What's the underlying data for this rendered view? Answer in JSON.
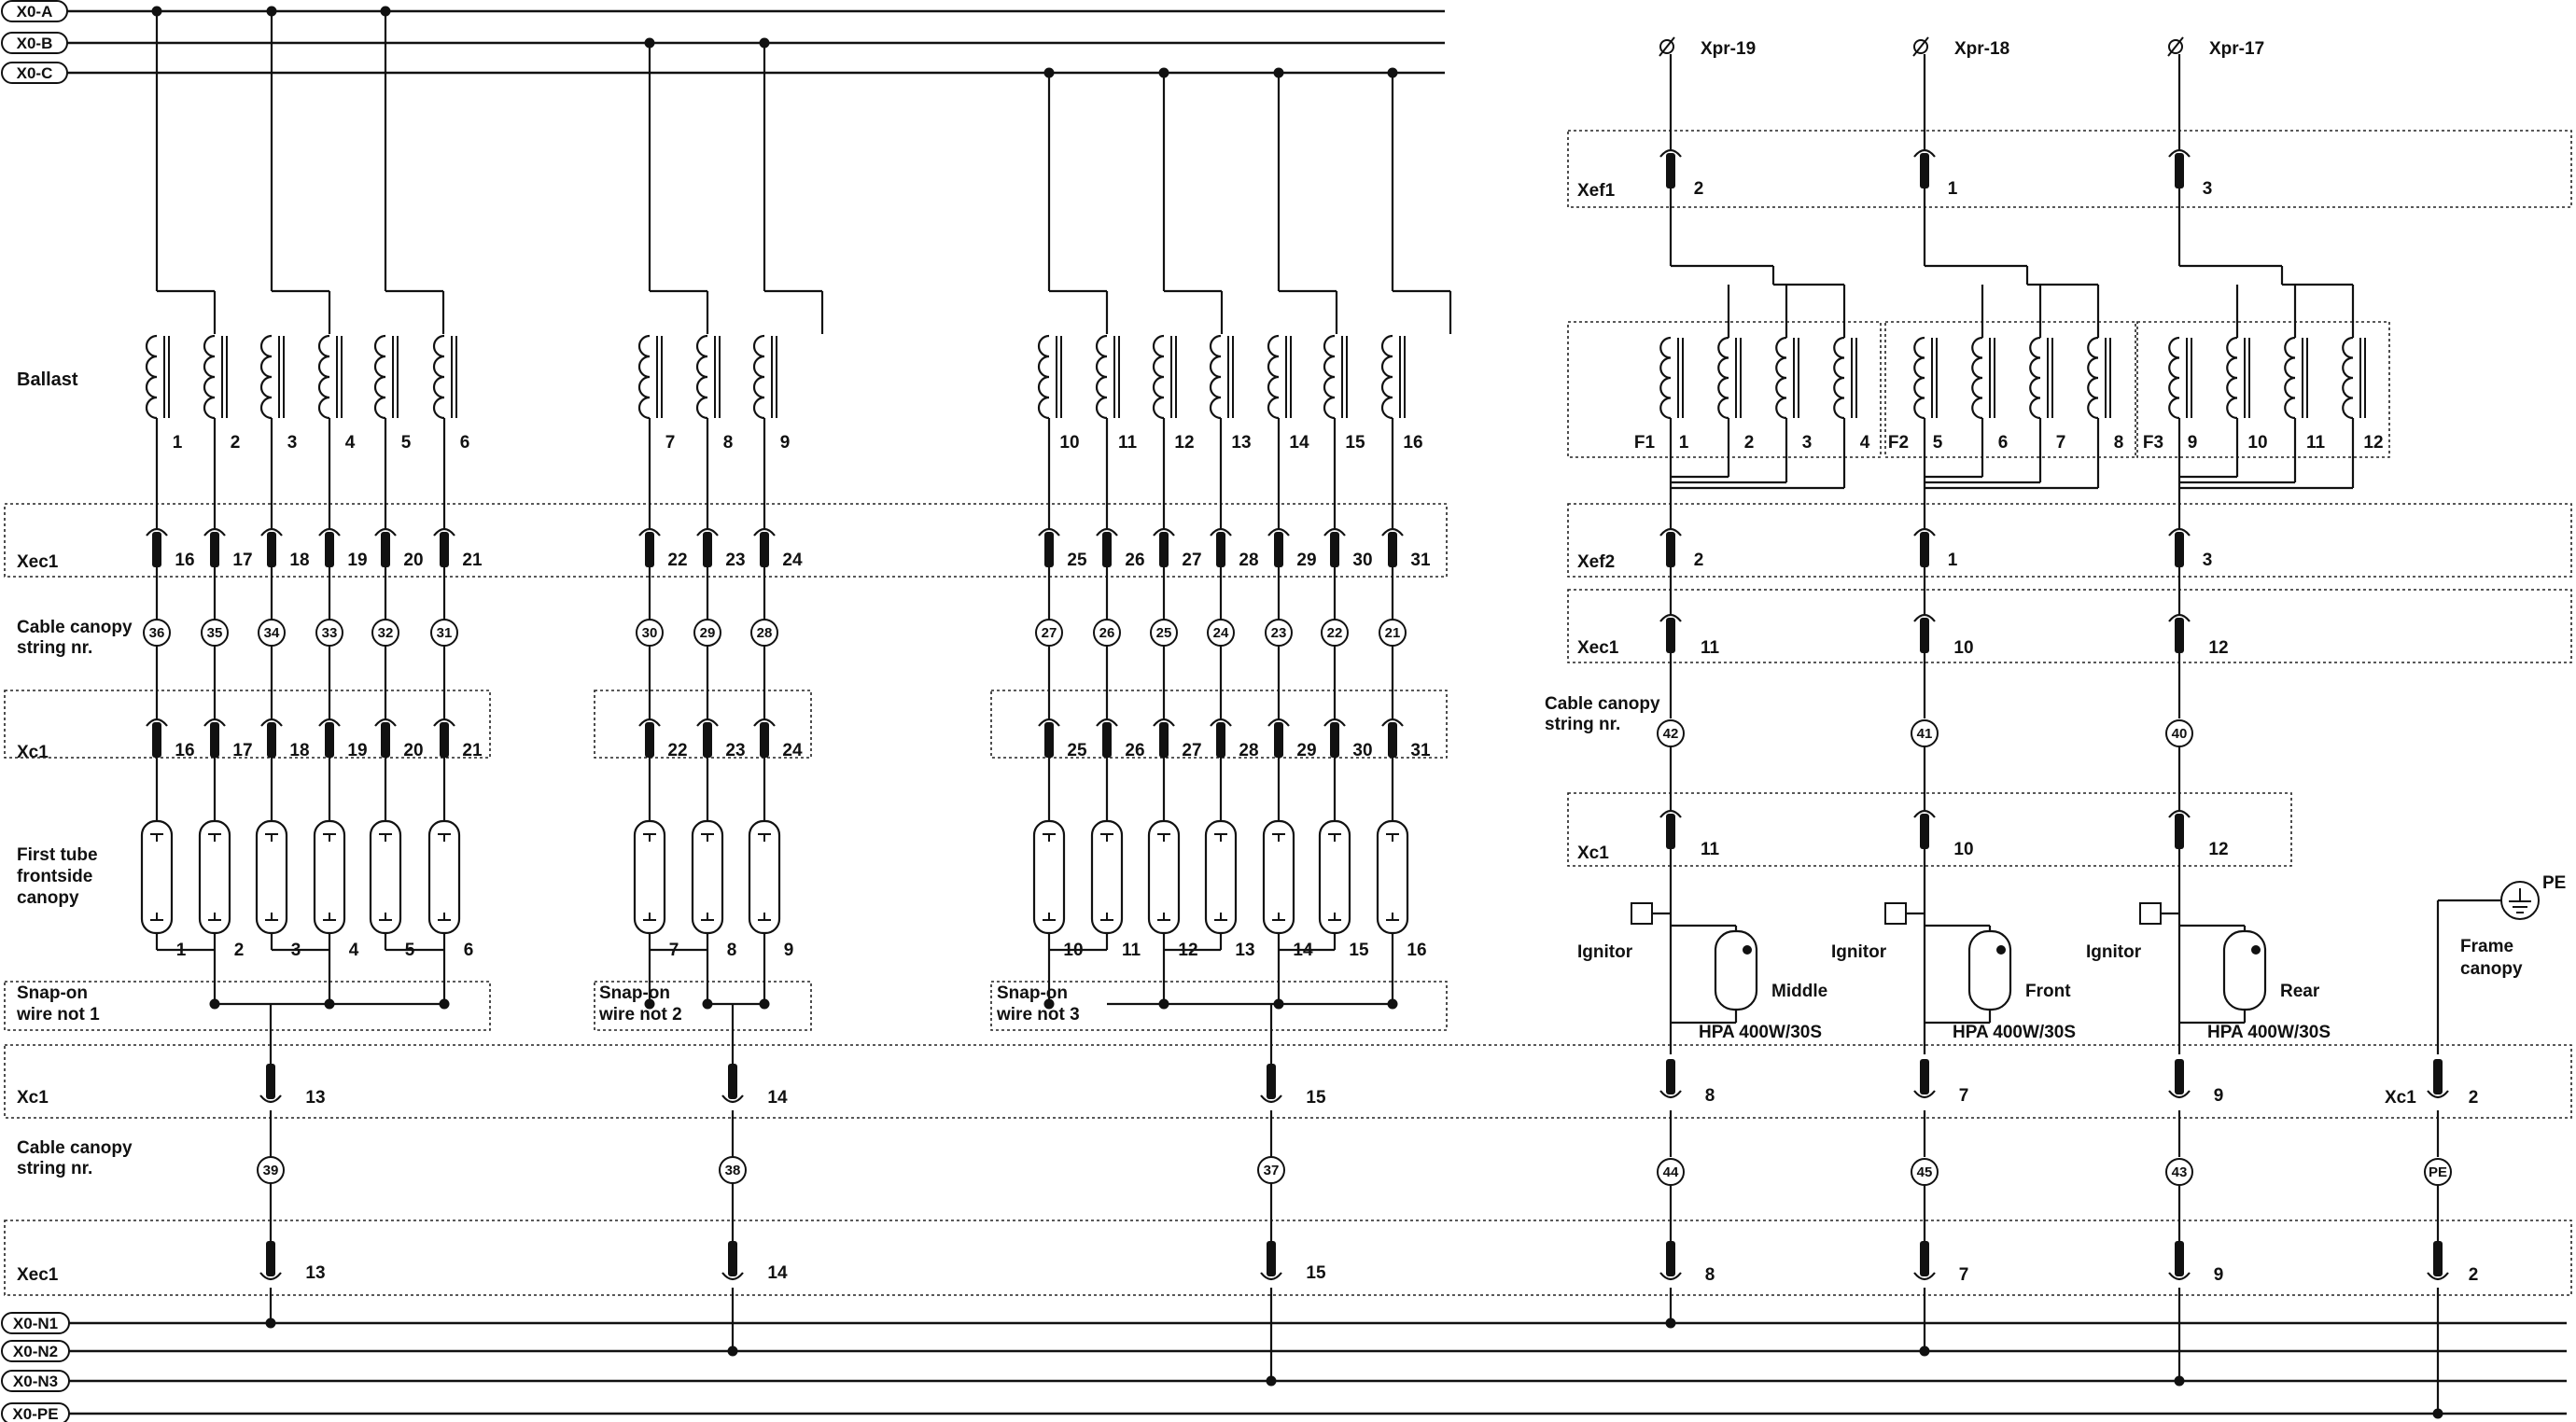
{
  "buses_top": [
    "X0-A",
    "X0-B",
    "X0-C"
  ],
  "buses_bottom": [
    "X0-N1",
    "X0-N2",
    "X0-N3",
    "X0-PE"
  ],
  "row_labels": {
    "ballast": "Ballast",
    "xec1": "Xec1",
    "cable1": "Cable canopy",
    "cable2": "string nr.",
    "xc1": "Xc1",
    "tube1": "First tube",
    "tube2": "frontside",
    "tube3": "canopy",
    "xef1": "Xef1",
    "xef2": "Xef2"
  },
  "snap_labels": [
    [
      "Snap-on",
      "wire not 1"
    ],
    [
      "Snap-on",
      "wire not 2"
    ],
    [
      "Snap-on",
      "wire not 3"
    ]
  ],
  "tube_columns": [
    {
      "n": "1",
      "term": "16",
      "string": "36"
    },
    {
      "n": "2",
      "term": "17",
      "string": "35"
    },
    {
      "n": "3",
      "term": "18",
      "string": "34"
    },
    {
      "n": "4",
      "term": "19",
      "string": "33"
    },
    {
      "n": "5",
      "term": "20",
      "string": "32"
    },
    {
      "n": "6",
      "term": "21",
      "string": "31"
    },
    {
      "n": "7",
      "term": "22",
      "string": "30"
    },
    {
      "n": "8",
      "term": "23",
      "string": "29"
    },
    {
      "n": "9",
      "term": "24",
      "string": "28"
    },
    {
      "n": "10",
      "term": "25",
      "string": "27"
    },
    {
      "n": "11",
      "term": "26",
      "string": "26"
    },
    {
      "n": "12",
      "term": "27",
      "string": "25"
    },
    {
      "n": "13",
      "term": "28",
      "string": "24"
    },
    {
      "n": "14",
      "term": "29",
      "string": "23"
    },
    {
      "n": "15",
      "term": "30",
      "string": "22"
    },
    {
      "n": "16",
      "term": "31",
      "string": "21"
    }
  ],
  "neutral_returns": [
    {
      "term": "13",
      "string": "39"
    },
    {
      "term": "14",
      "string": "38"
    },
    {
      "term": "15",
      "string": "37"
    }
  ],
  "hpa_columns": [
    {
      "xpr": "Xpr-19",
      "xef": "2",
      "xec": "11",
      "string": "42",
      "fuse": "F1",
      "caps": [
        "1",
        "2",
        "3",
        "4"
      ],
      "ign": "Ignitor",
      "pos": "Middle",
      "lamp": "HPA 400W/30S",
      "ret": "8",
      "rstring": "44"
    },
    {
      "xpr": "Xpr-18",
      "xef": "1",
      "xec": "10",
      "string": "41",
      "fuse": "F2",
      "caps": [
        "5",
        "6",
        "7",
        "8"
      ],
      "ign": "Ignitor",
      "pos": "Front",
      "lamp": "HPA 400W/30S",
      "ret": "7",
      "rstring": "45"
    },
    {
      "xpr": "Xpr-17",
      "xef": "3",
      "xec": "12",
      "string": "40",
      "fuse": "F3",
      "caps": [
        "9",
        "10",
        "11",
        "12"
      ],
      "ign": "Ignitor",
      "pos": "Rear",
      "lamp": "HPA 400W/30S",
      "ret": "9",
      "rstring": "43"
    }
  ],
  "frame": {
    "label1": "Frame",
    "label2": "canopy",
    "pe": "PE",
    "xc1": "Xc1",
    "term": "2",
    "string": "PE"
  }
}
